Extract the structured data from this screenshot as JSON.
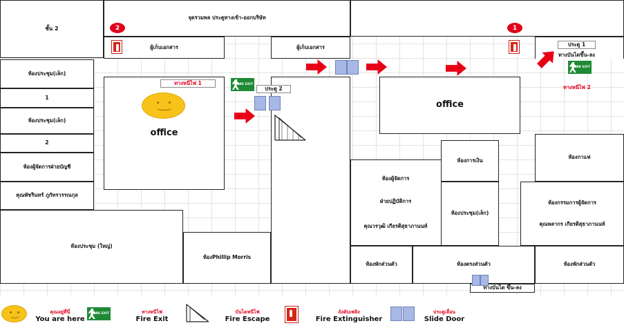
{
  "floor_label": "ชั้น 2",
  "top_area": "จุดรวมพล ประตูทางเข้า-ออกบริษัท",
  "doc_rooms": [
    "ผู้เก็บเอกสาร",
    "ผู้เก็บเอกสาร"
  ],
  "left_rooms": [
    "ห้องประชุม(เล็ก)",
    "1",
    "ห้องประชุม(เล็ก)",
    "2",
    "ห้องผู้จัดการฝ่ายบัญชี",
    "คุณพัชรินทร์ ภูกัทรวรรณกุล"
  ],
  "big_meeting": "ห้องประชุม (ใหญ่)",
  "pm_room": "ห้องPhillip Morris",
  "office_left": "office",
  "office_right": "office",
  "fire_exit_1": "ทางหนีไฟ 1",
  "fire_exit_2": "ทางหนีไฟ 2",
  "gate_2": "ประตู 2",
  "gate_1": "ประตู 1",
  "stairs_up_down": "ทางบันไดขึ้น-ลง",
  "stairs_bottom": "ทางบันได ขึ้น-ลง",
  "badges": [
    "2",
    "1"
  ],
  "rooms": {
    "finance": "ห้องการเงิน",
    "coffee": "ห้องกาแฟ",
    "manager": "ห้องผู้จัดการ",
    "ops": "ฝ่ายปฏิบัติการ",
    "manager_name": "คุณวรวุฒิ เกียรติสุธาภานนท์",
    "small_meeting": "ห้องประชุม(เล็ก)",
    "director": "ห้องกรรมการผู้จัดการ",
    "director_name": "คุณพลากร เกียรติสุธาภานนท์",
    "rest_left": "ห้องพักส่วนตัว",
    "storage": "ห้องตรงส่วนตัว",
    "rest_right": "ห้องพักส่วนตัว"
  },
  "legend": [
    {
      "th": "คุณอยู่ที่นี่",
      "en": "You are here",
      "icon": "smiley-icon"
    },
    {
      "th": "ทางหนีไฟ",
      "en": "Fire Exit",
      "icon": "fire-exit-sign-icon"
    },
    {
      "th": "บันไดหนีไฟ",
      "en": "Fire Escape",
      "icon": "stairs-icon"
    },
    {
      "th": "ถังดับเพลิง",
      "en": "Fire Extinguisher",
      "icon": "fire-extinguisher-icon"
    },
    {
      "th": "ประตูเลื่อน",
      "en": "Slide Door",
      "icon": "slide-door-icon"
    }
  ],
  "exit_sign_text": "ทางหนีไฟ FIRE EXIT",
  "colors": {
    "accent_red": "#e0001b",
    "door_blue": "#a7b8e6",
    "exit_green": "#1f8a35",
    "smiley_yellow": "#f7c21a"
  }
}
